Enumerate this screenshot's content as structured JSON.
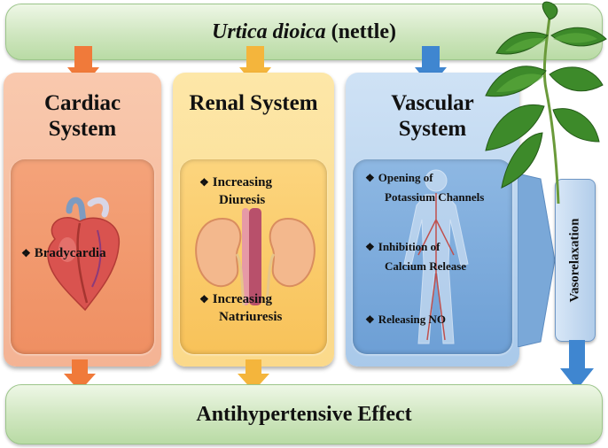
{
  "title": {
    "italic": "Urtica dioica",
    "rest": "(nettle)"
  },
  "panels": {
    "cardiac": {
      "title_line1": "Cardiac",
      "title_line2": "System",
      "items": [
        "Bradycardia"
      ]
    },
    "renal": {
      "title": "Renal System",
      "items": [
        [
          "Increasing",
          "Diuresis"
        ],
        [
          "Increasing",
          "Natriuresis"
        ]
      ]
    },
    "vascular": {
      "title_line1": "Vascular",
      "title_line2": "System",
      "items": [
        [
          "Opening of",
          "Potassium Channels"
        ],
        [
          "Inhibition of",
          "Calcium Release"
        ],
        [
          "Releasing NO"
        ]
      ]
    }
  },
  "side_box": "Vasorelaxation",
  "outcome": "Antihypertensive Effect",
  "colors": {
    "cardiac_arrow": "#f07a3a",
    "renal_arrow": "#f4b53c",
    "vascular_arrow": "#3f86d0",
    "banner": "#cfe6bf",
    "leaf": "#3d8a2a"
  },
  "icons": {
    "bullet": "diamond-bullet-icon",
    "heart": "heart-illustration",
    "kidney": "kidney-illustration",
    "body": "human-vascular-figure",
    "plant": "nettle-plant-illustration"
  }
}
